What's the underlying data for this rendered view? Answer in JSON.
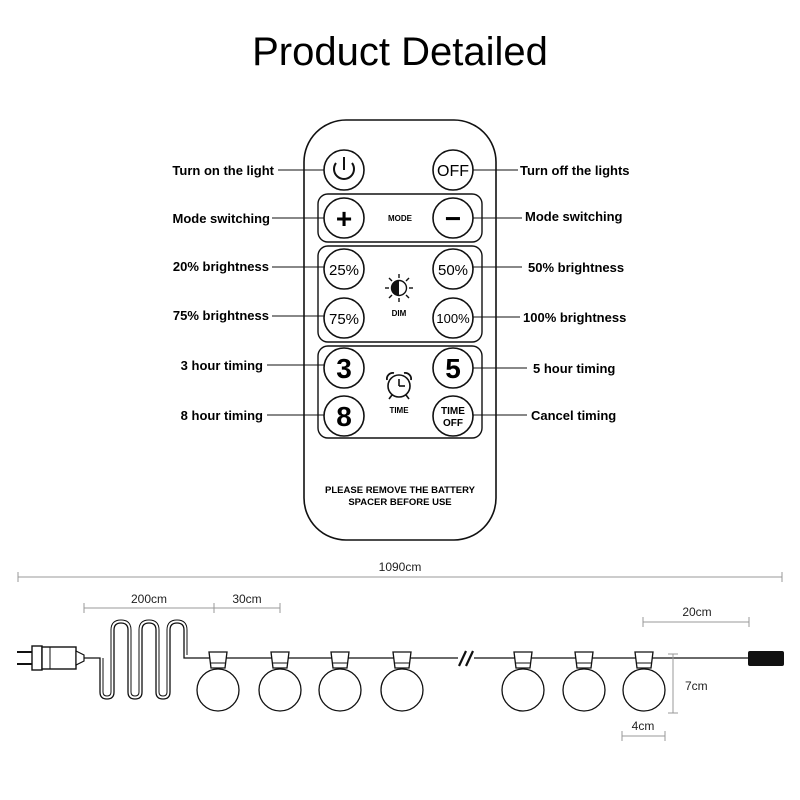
{
  "title": "Product Detailed",
  "remote": {
    "buttons": {
      "power": "",
      "off": "OFF",
      "plus": "+",
      "minus": "−",
      "b25": "25%",
      "b50": "50%",
      "b75": "75%",
      "b100": "100%",
      "t3": "3",
      "t5": "5",
      "t8": "8",
      "time_off_line1": "TIME",
      "time_off_line2": "OFF"
    },
    "mode_label": "MODE",
    "dim_label": "DIM",
    "time_label": "TIME",
    "notice_line1": "PLEASE REMOVE THE BATTERY",
    "notice_line2": "SPACER BEFORE USE"
  },
  "callouts": {
    "turn_on": "Turn on the light",
    "turn_off": "Turn off the lights",
    "mode_left": "Mode switching",
    "mode_right": "Mode switching",
    "b20": "20% brightness",
    "b50": "50% brightness",
    "b75": "75% brightness",
    "b100": "100% brightness",
    "t3": "3 hour timing",
    "t5": "5 hour timing",
    "t8": "8 hour timing",
    "cancel": "Cancel timing"
  },
  "dimensions": {
    "total": "1090cm",
    "lead": "200cm",
    "spacing": "30cm",
    "tail": "20cm",
    "height": "7cm",
    "bulb": "4cm"
  },
  "icons": [
    "power-icon",
    "sun-half-icon",
    "alarm-clock-icon",
    "plug-icon",
    "bulb-icon",
    "break-mark-icon"
  ]
}
